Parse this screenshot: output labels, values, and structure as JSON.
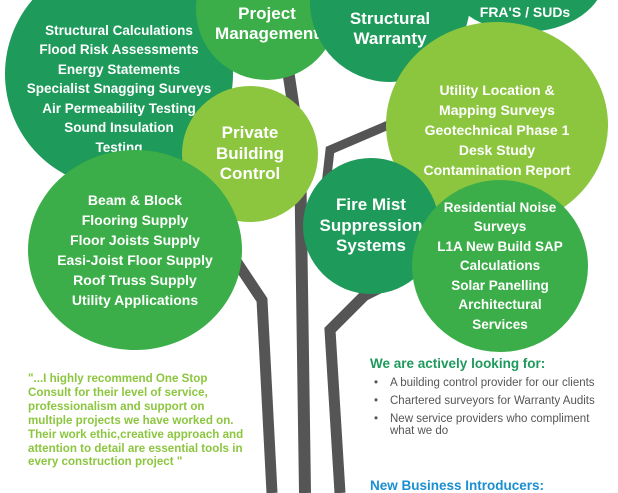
{
  "circles": {
    "structural": [
      "Structural Calculations",
      "Flood Risk Assessments",
      "Energy Statements",
      "Specialist Snagging Surveys",
      "Air Permeability Testing",
      "Sound Insulation",
      "Testing"
    ],
    "project_management": [
      "Project",
      "Management"
    ],
    "structural_warranty": [
      "Structural",
      "Warranty"
    ],
    "fras": [
      "FRA'S / SUDs"
    ],
    "utility": [
      "Utility Location &",
      "Mapping Surveys",
      "Geotechnical Phase 1",
      "Desk Study",
      "Contamination Report"
    ],
    "private_bc": [
      "Private",
      "Building",
      "Control"
    ],
    "supply": [
      "Beam & Block",
      "Flooring Supply",
      "Floor Joists Supply",
      "Easi-Joist Floor Supply",
      "Roof Truss Supply",
      "Utility Applications"
    ],
    "fire_mist": [
      "Fire Mist",
      "Suppression",
      "Systems"
    ],
    "noise": [
      "Residential Noise",
      "Surveys",
      "L1A New Build SAP",
      "Calculations",
      "Solar Panelling",
      "Architectural",
      "Services"
    ]
  },
  "testimonial": "\"...I highly recommend One Stop Consult for their level of service, professionalism and support on multiple projects we have worked on. Their work ethic,creative approach and attention to detail are essential tools in every construction project \"",
  "looking": {
    "heading": "We are actively looking for:",
    "bullet": "•",
    "items": [
      "A building control provider for our clients",
      "Chartered surveyors for Warranty Audits",
      "New service providers who compliment what we do"
    ]
  },
  "introducers": "New Business Introducers:",
  "colors": {
    "dark_green": "#1e9a5b",
    "mid_green": "#3cae49",
    "light_green": "#8cc63f",
    "trunk": "#555555",
    "blue": "#1a8fd1"
  }
}
